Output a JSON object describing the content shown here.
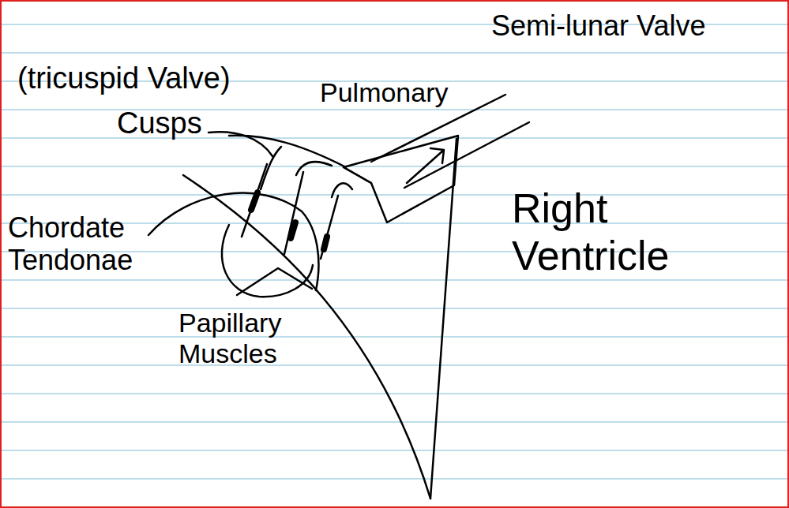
{
  "diagram": {
    "labels": [
      "(tricuspid Valve)",
      "Cusps",
      "Pulmonary",
      "Semi-lunar Valve",
      "Chordate Tendonae",
      "Papillary Muscles",
      "Right Ventricle"
    ]
  }
}
